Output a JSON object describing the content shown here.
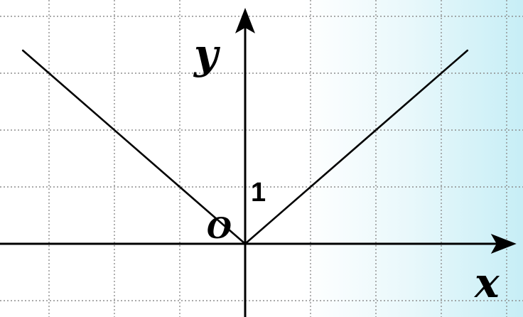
{
  "chart_data": {
    "type": "line",
    "title": "",
    "xlabel": "x",
    "ylabel": "y",
    "origin_label": "O",
    "tick_labels": [
      {
        "axis": "y",
        "value": 1,
        "text": "1"
      }
    ],
    "xlim": [
      -3.7,
      4.15
    ],
    "ylim": [
      -1.2,
      4.15
    ],
    "grid": true,
    "grid_style": "dotted",
    "series": [
      {
        "values": [
          {
            "x": -3.4,
            "y": 3.4
          },
          {
            "x": 0,
            "y": 0
          },
          {
            "x": 3.4,
            "y": 3.4
          }
        ]
      }
    ],
    "colors": {
      "line": "#000000",
      "grid": "#8e8e8e",
      "axes": "#000000",
      "background_left": "#ffffff",
      "background_right": "#c7eef6"
    }
  }
}
